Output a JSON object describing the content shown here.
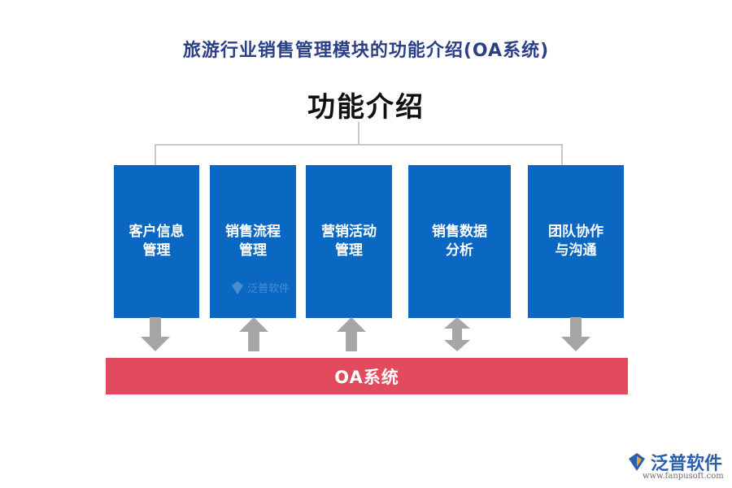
{
  "title": "旅游行业销售管理模块的功能介绍(OA系统)",
  "heading": "功能介绍",
  "modules": [
    {
      "line1": "客户信息",
      "line2": "管理",
      "arrow": "down-arrow-icon"
    },
    {
      "line1": "销售流程",
      "line2": "管理",
      "arrow": "up-arrow-icon"
    },
    {
      "line1": "营销活动",
      "line2": "管理",
      "arrow": "up-arrow-icon"
    },
    {
      "line1": "销售数据",
      "line2": "分析",
      "arrow": "up-down-arrow-icon"
    },
    {
      "line1": "团队协作",
      "line2": "与沟通",
      "arrow": "down-arrow-icon"
    }
  ],
  "system_bar": "OA系统",
  "watermark": "泛普软件",
  "logo": {
    "name": "泛普软件",
    "url": "www.fanpusoft.com"
  },
  "colors": {
    "title": "#2b3f87",
    "box": "#0a68c2",
    "bar": "#e24a5d",
    "arrow": "#a6a6a6",
    "connector": "#c8c8c8",
    "logo": "#2a5fae"
  }
}
